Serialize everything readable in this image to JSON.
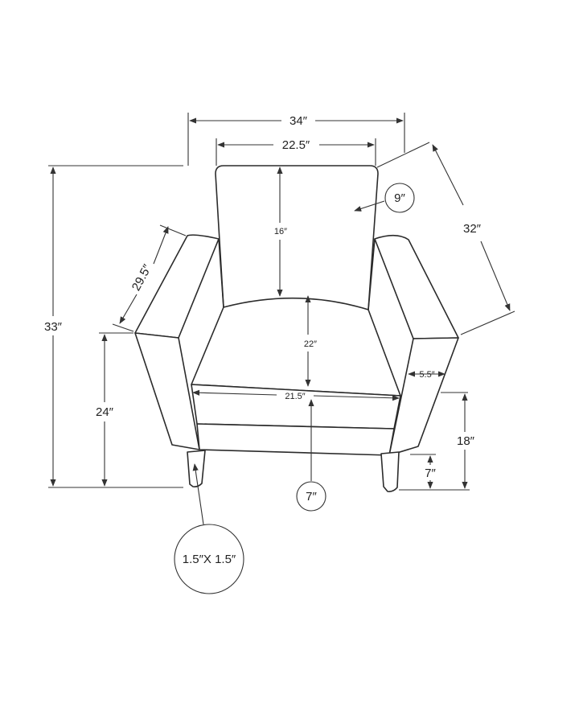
{
  "dimensions": {
    "overall_width": "34″",
    "inner_width": "22.5″",
    "back_depth_angle": "9″",
    "overall_depth": "32″",
    "arm_length": "29.5″",
    "back_height": "16″",
    "overall_height": "33″",
    "seat_back_height": "22″",
    "arm_width": "5.5″",
    "arm_height": "24″",
    "seat_width": "21.5″",
    "seat_height": "18″",
    "leg_height": "7″",
    "seat_thickness": "7″",
    "leg_size": "1.5″X 1.5″"
  },
  "colors": {
    "line": "#2b2b2b",
    "background": "#ffffff"
  }
}
